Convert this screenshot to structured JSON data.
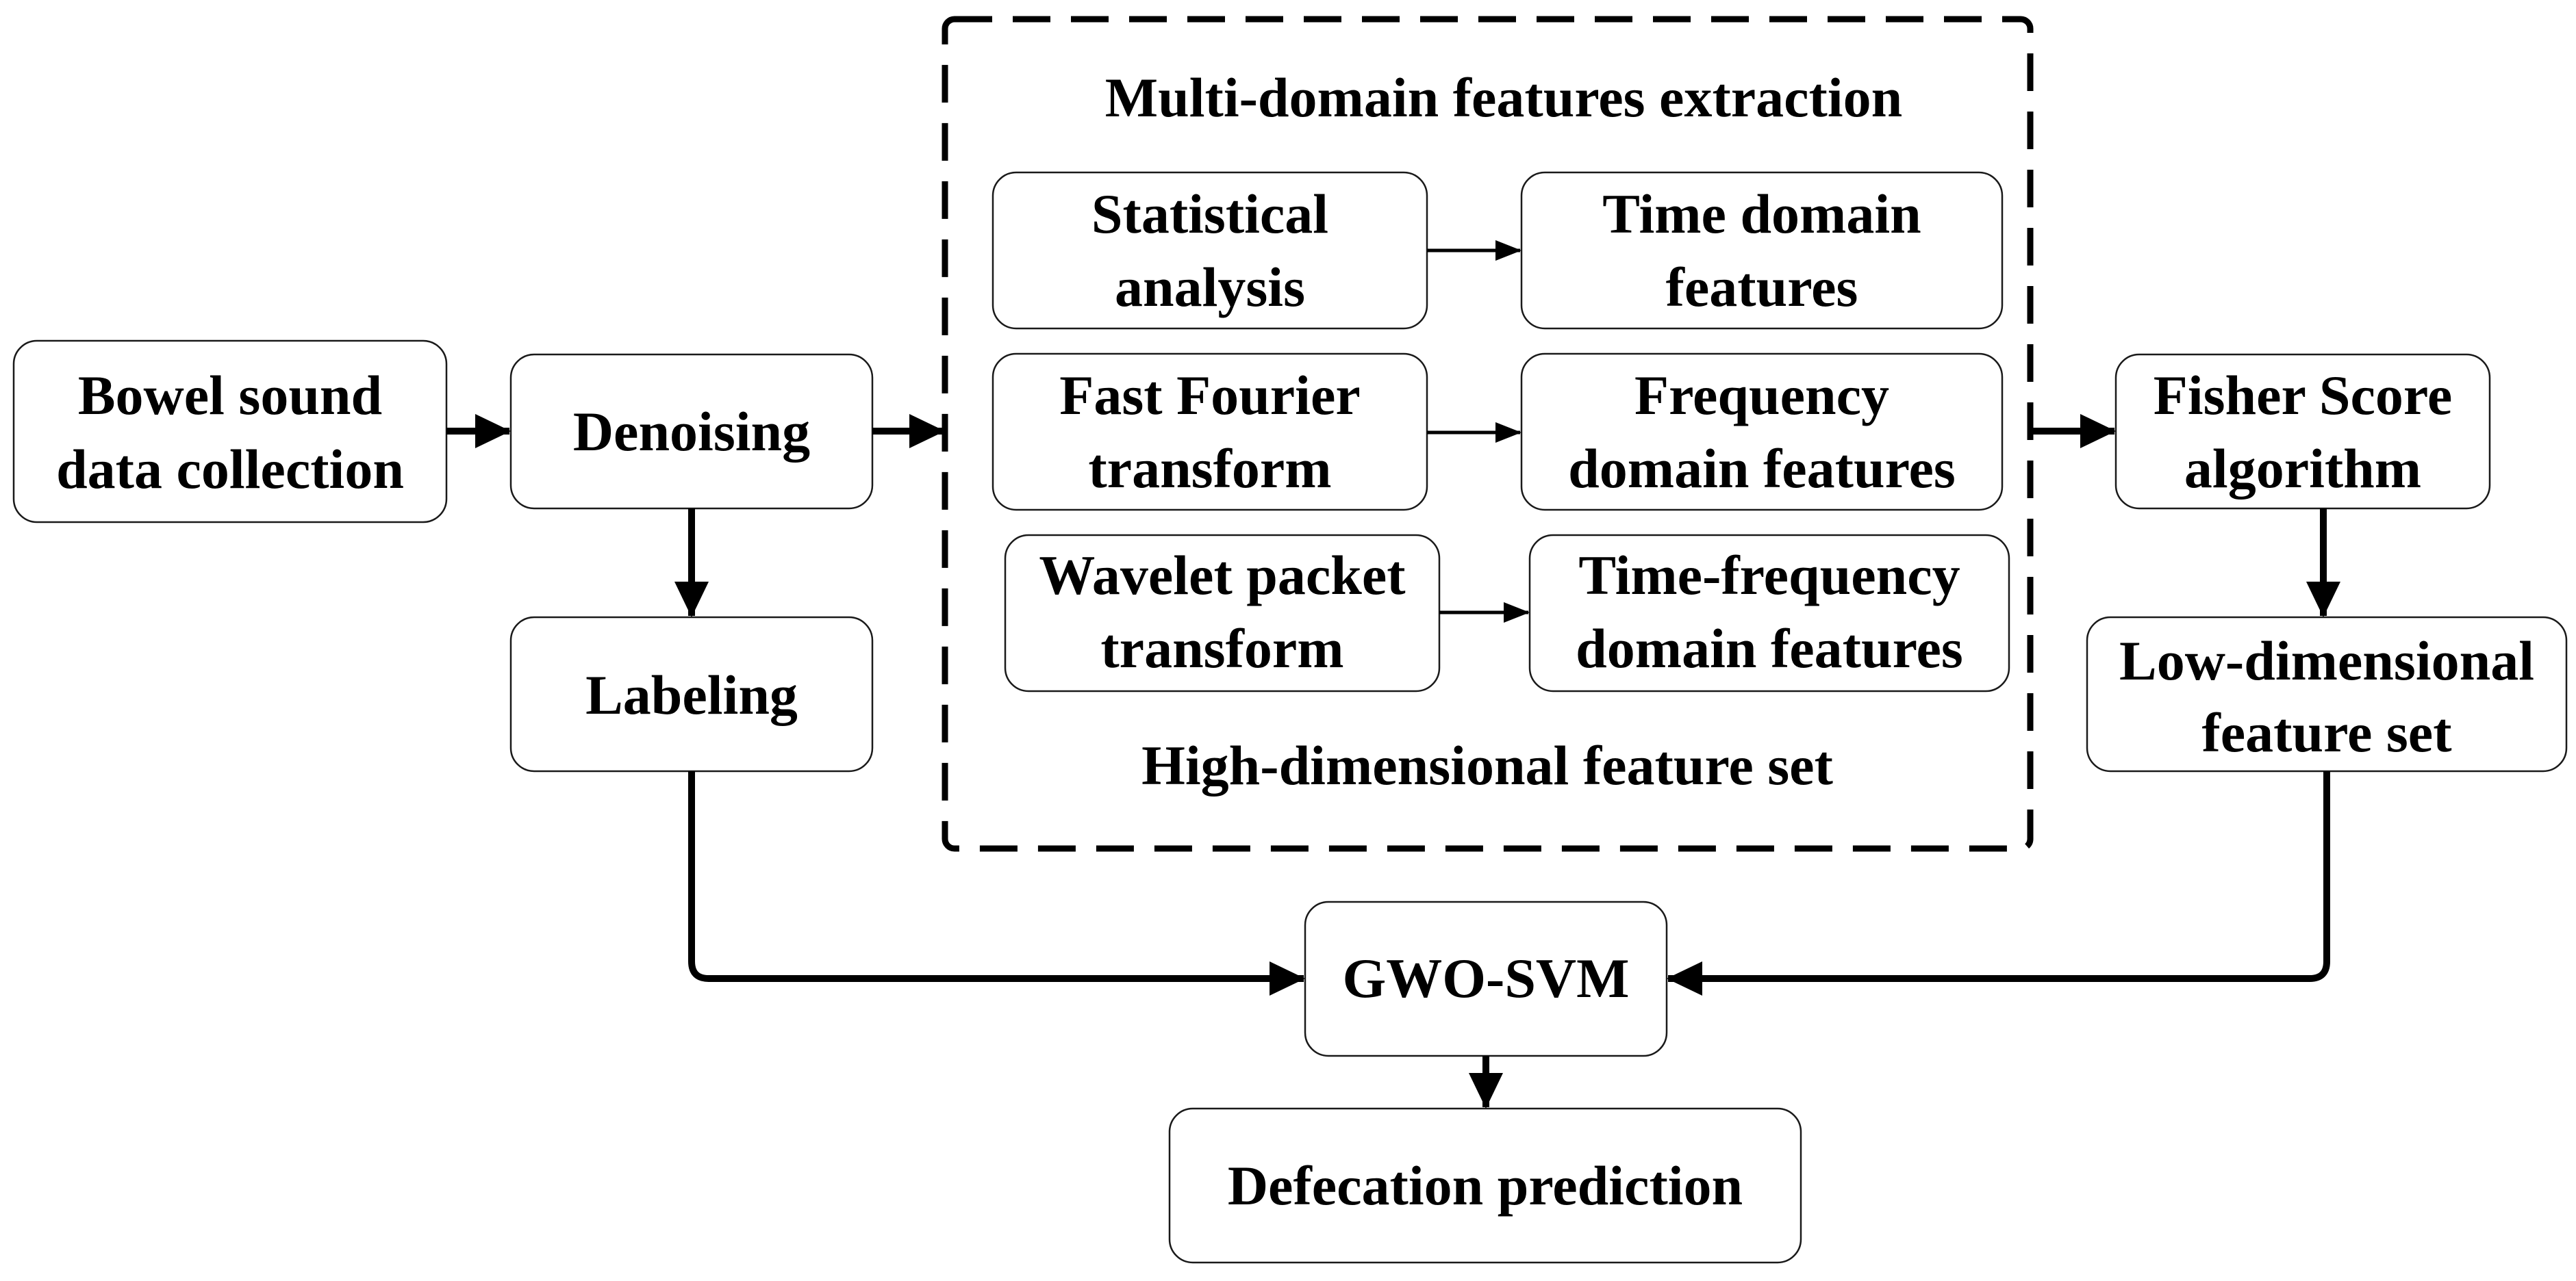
{
  "figure": {
    "colors": {
      "stroke": "#000000",
      "box_border": "#1a1a1a",
      "background": "#ffffff"
    }
  },
  "nodes": {
    "bowel_sound": [
      "Bowel sound",
      "data collection"
    ],
    "denoising": [
      "Denoising"
    ],
    "labeling": [
      "Labeling"
    ],
    "statistical": [
      "Statistical",
      "analysis"
    ],
    "time_domain": [
      "Time domain",
      "features"
    ],
    "fft": [
      "Fast Fourier",
      "transform"
    ],
    "frequency_domain": [
      "Frequency",
      "domain features"
    ],
    "wavelet": [
      "Wavelet packet",
      "transform"
    ],
    "time_frequency": [
      "Time-frequency",
      "domain features"
    ],
    "fisher": [
      "Fisher Score",
      "algorithm"
    ],
    "low_dim": [
      "Low-dimensional",
      "feature set"
    ],
    "gwo_svm": [
      "GWO-SVM"
    ],
    "defecation": [
      "Defecation prediction"
    ]
  },
  "group": {
    "title": "Multi-domain features extraction",
    "footer": "High-dimensional feature set"
  }
}
